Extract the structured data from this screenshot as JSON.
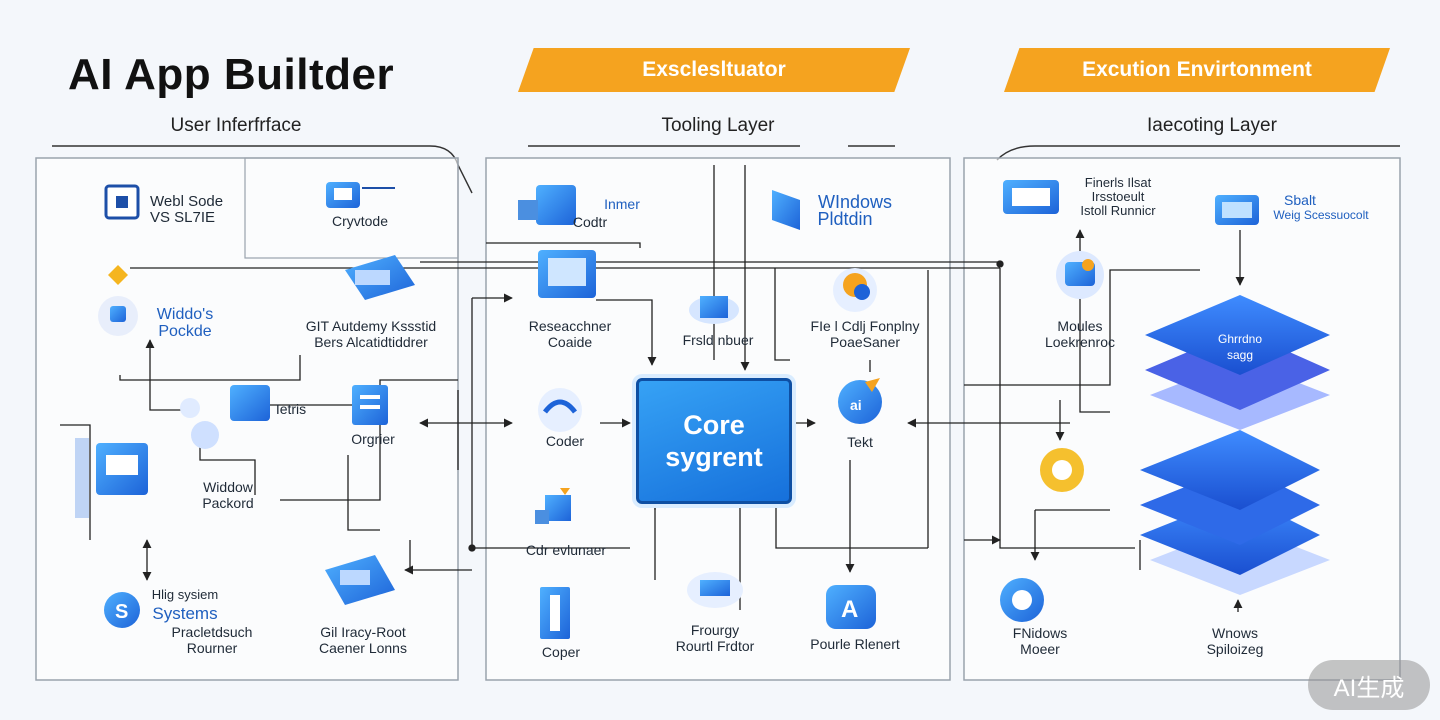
{
  "header": {
    "title": "AI App Builtder",
    "banner_tooling": "Exsclesltuator",
    "banner_execution": "Excution  Envirtonment"
  },
  "sections": {
    "user_interface": "User  Inferfrface",
    "tooling": "Tooling Layer",
    "executing": "Iaecoting Layer"
  },
  "ui_nodes": {
    "web_sode": "Webl Sode\nVS SL7IE",
    "cryvtode": "Cryvtode",
    "windows_package": "Widdo's\nPockde",
    "git_assistant": "GIT Autdemy Kssstid\nBers Alcatidtiddrer",
    "ietris": "Ietris",
    "orgrier": "Orgrier",
    "window_packord": "Widdow\nPackord",
    "systems_label": "Hlig sysiem",
    "systems_title": "Systems",
    "systems_sub": "Pracletdsuch\nRourner",
    "git_bottom": "Gil Iracy-Root\nCaener Lonns"
  },
  "tooling_nodes": {
    "inmer": "Inmer",
    "codtr": "Codtr",
    "windows_platform_1": "WIndows",
    "windows_platform_2": "Pldtdin",
    "researcher": "Reseacchner\nCoaide",
    "frsid": "Frsld nbuer",
    "file_cdu": "FIe l Cdlj Fonplny\nPoaeSaner",
    "coder": "Coder",
    "core_line1": "Core",
    "core_line2": "sygrent",
    "tekt": "Tekt",
    "cdr_evuluner": "Cdr evlunaer",
    "coper": "Coper",
    "frourgy": "Frourgy\nRourtl Frdtor",
    "pourde": "Pourle Rlenert"
  },
  "exec_nodes": {
    "finer_tool": "Finerls Ilsat\nIrsstoeult\nIstoll Runnicr",
    "sbat": "Sbalt",
    "sbat_sub": "Weig Scessuocolt",
    "moules": "Moules\nLoekrenroc",
    "stack_top": "Ghrrdno\nsagg",
    "fnidows": "FNidows\nMoeer",
    "wnows": "Wnows\nSpiloizeg"
  },
  "watermark": "AI生成",
  "colors": {
    "accent_orange": "#f5a31f",
    "core_blue": "#1670db",
    "line_gray": "#333333",
    "panel_border": "#9aa3ad"
  }
}
